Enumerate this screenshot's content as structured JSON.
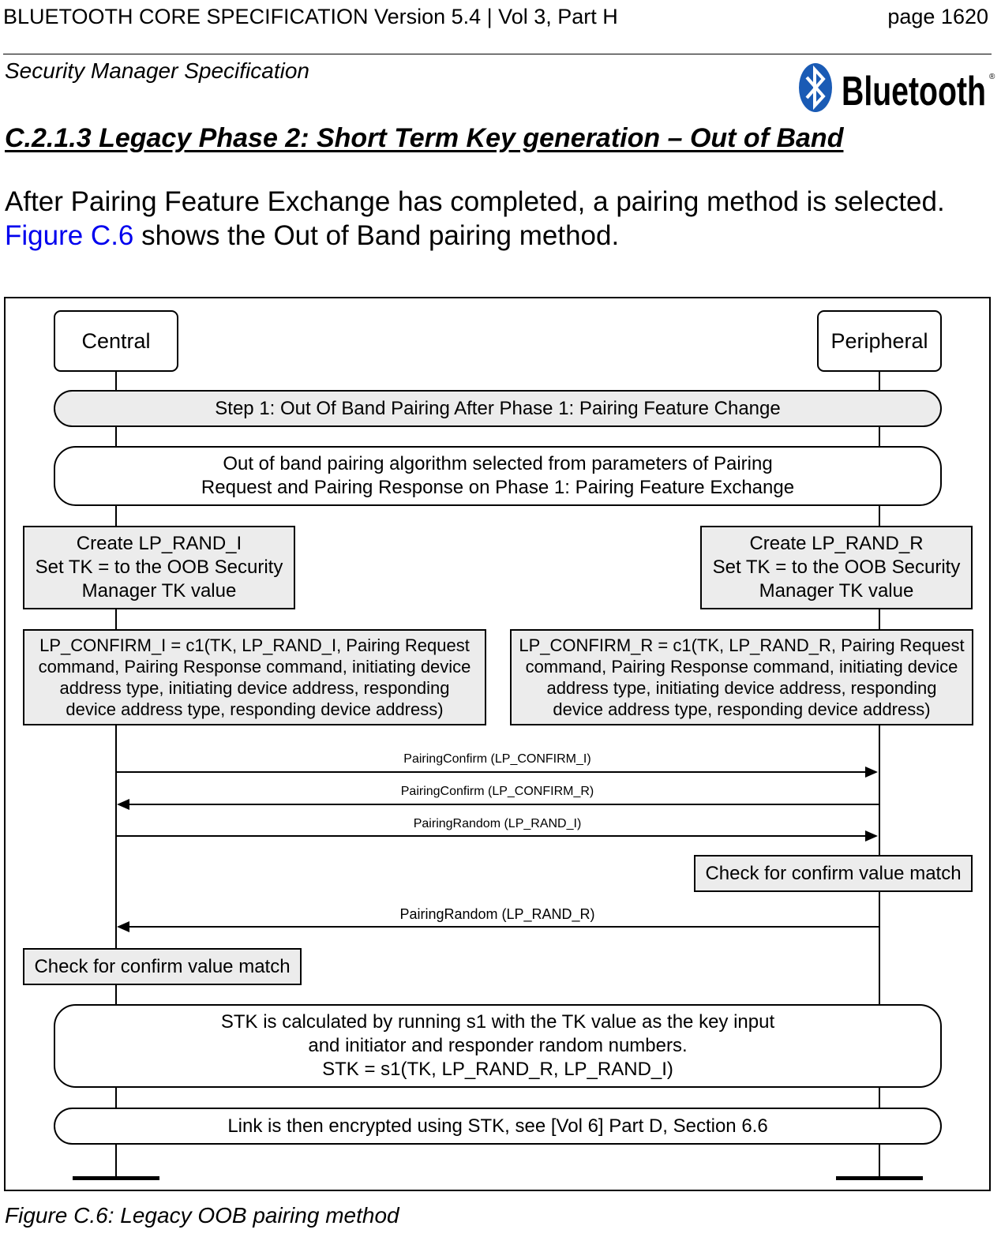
{
  "header": {
    "spec_title": "BLUETOOTH CORE SPECIFICATION Version 5.4 | Vol 3, Part H",
    "page_number": "page 1620",
    "subtitle": "Security Manager Specification",
    "logo_text": "Bluetooth",
    "logo_mark": "®"
  },
  "section": {
    "title": "C.2.1.3  Legacy Phase 2: Short Term Key generation – Out of Band",
    "paragraph_before": "After Pairing Feature Exchange has completed, a pairing method is selected.",
    "figure_link": "Figure C.6",
    "paragraph_after": " shows the Out of Band pairing method."
  },
  "diagram": {
    "actor_left": "Central",
    "actor_right": "Peripheral",
    "step1": "Step 1: Out Of Band Pairing After Phase 1: Pairing Feature Change",
    "algorithm": [
      "Out of band pairing algorithm selected from parameters of Pairing",
      "Request and Pairing Response on Phase 1: Pairing Feature Exchange"
    ],
    "create_left": [
      "Create LP_RAND_I",
      "Set TK = to the OOB Security",
      "Manager TK value"
    ],
    "create_right": [
      "Create LP_RAND_R",
      "Set TK = to the OOB Security",
      "Manager TK value"
    ],
    "confirm_left": [
      "LP_CONFIRM_I = c1(TK, LP_RAND_I, Pairing Request",
      "command, Pairing Response command, initiating device",
      "address type, initiating device address, responding",
      "device address type, responding device address)"
    ],
    "confirm_right": [
      "LP_CONFIRM_R = c1(TK, LP_RAND_R, Pairing Request",
      "command, Pairing Response command, initiating device",
      "address type, initiating device address, responding",
      "device address type, responding device address)"
    ],
    "messages": {
      "msg1": "PairingConfirm (LP_CONFIRM_I)",
      "msg2": "PairingConfirm (LP_CONFIRM_R)",
      "msg3": "PairingRandom (LP_RAND_I)",
      "msg4": "PairingRandom (LP_RAND_R)"
    },
    "check_right": "Check for confirm value match",
    "check_left": "Check for confirm value match",
    "stk": [
      "STK is calculated by running s1 with the TK value as the key input",
      "and initiator and responder random numbers.",
      "STK = s1(TK, LP_RAND_R, LP_RAND_I)"
    ],
    "link": "Link is then encrypted using STK, see [Vol 6] Part D, Section 6.6"
  },
  "caption": "Figure C.6:  Legacy OOB pairing method",
  "colors": {
    "box_fill": "#ececec",
    "link": "#0000ee",
    "logo_blue": "#1a5bb5"
  }
}
